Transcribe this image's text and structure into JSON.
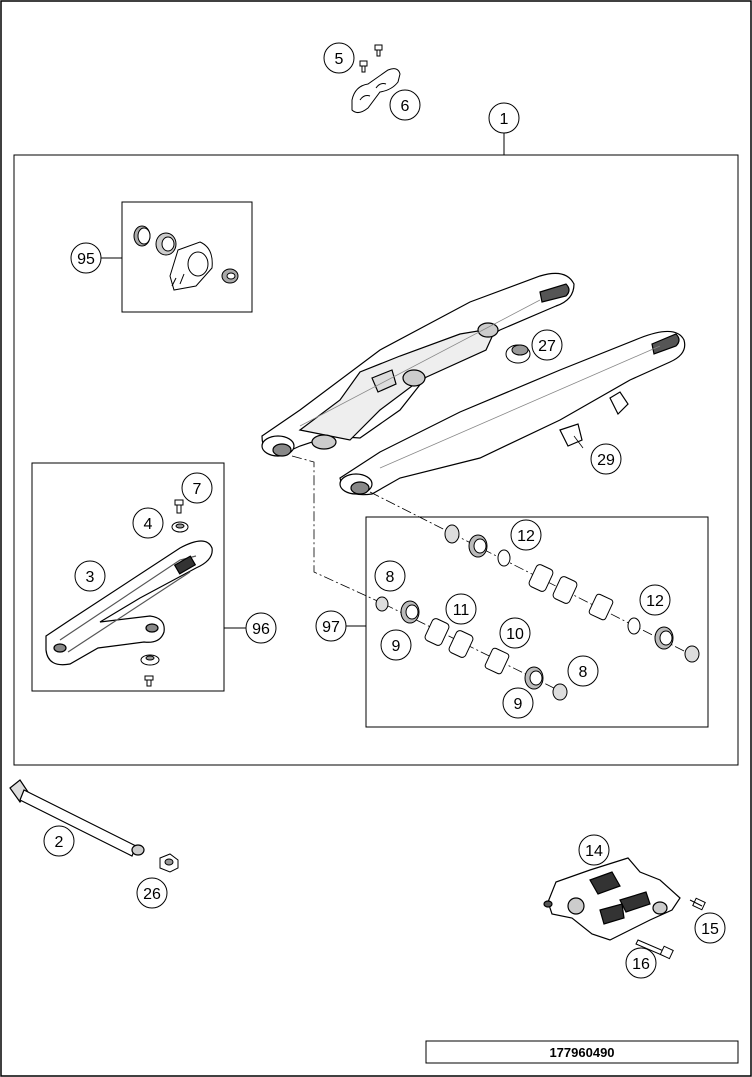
{
  "callouts": [
    {
      "id": "c1",
      "label": "1"
    },
    {
      "id": "c2",
      "label": "2"
    },
    {
      "id": "c3",
      "label": "3"
    },
    {
      "id": "c4",
      "label": "4"
    },
    {
      "id": "c5",
      "label": "5"
    },
    {
      "id": "c6",
      "label": "6"
    },
    {
      "id": "c7",
      "label": "7"
    },
    {
      "id": "c8a",
      "label": "8"
    },
    {
      "id": "c8b",
      "label": "8"
    },
    {
      "id": "c9a",
      "label": "9"
    },
    {
      "id": "c9b",
      "label": "9"
    },
    {
      "id": "c10",
      "label": "10"
    },
    {
      "id": "c11",
      "label": "11"
    },
    {
      "id": "c12a",
      "label": "12"
    },
    {
      "id": "c12b",
      "label": "12"
    },
    {
      "id": "c14",
      "label": "14"
    },
    {
      "id": "c15",
      "label": "15"
    },
    {
      "id": "c16",
      "label": "16"
    },
    {
      "id": "c26",
      "label": "26"
    },
    {
      "id": "c27",
      "label": "27"
    },
    {
      "id": "c29",
      "label": "29"
    },
    {
      "id": "c95",
      "label": "95"
    },
    {
      "id": "c96",
      "label": "96"
    },
    {
      "id": "c97",
      "label": "97"
    }
  ],
  "drawing_code": "177960490",
  "colors": {
    "line": "#000000",
    "part_fill": "#ffffff",
    "part_shade": "#d9d9d9",
    "part_dark": "#555555"
  }
}
